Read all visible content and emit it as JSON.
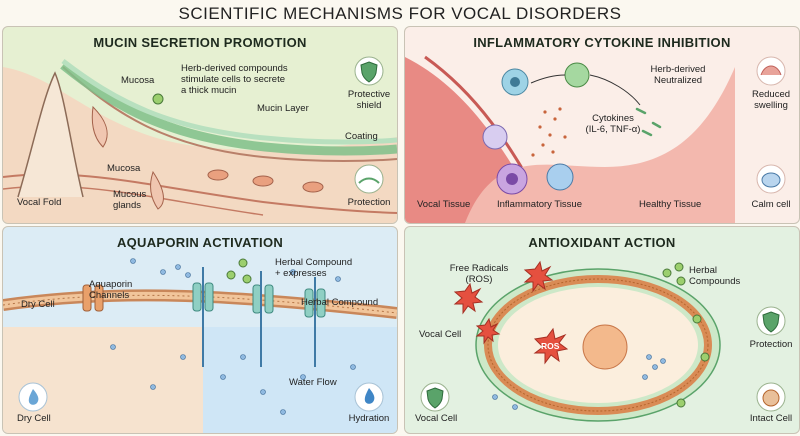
{
  "title": "SCIENTIFIC MECHANISMS FOR VOCAL DISORDERS",
  "panels": {
    "mucin": {
      "title": "MUCIN SECRETION PROMOTION",
      "labels": {
        "mucosa_top": "Mucosa",
        "herb_text": "Herb-derived compounds\nstimulate cells to secrete\na thick mucin",
        "mucin_layer": "Mucin Layer",
        "coating": "Coating",
        "mucosa_bottom": "Mucosa",
        "mucous_glands": "Mucous\nglands",
        "vocal_fold": "Vocal Fold",
        "protective_shield": "Protective\nshield",
        "protection": "Protection"
      }
    },
    "cytokine": {
      "title": "INFLAMMATORY CYTOKINE INHIBITION",
      "labels": {
        "herb_neutralized": "Herb-derived\nNeutralized",
        "cytokines": "Cytokines\n(IL-6, TNF-α)",
        "vocal_tissue": "Vocal Tissue",
        "inflammatory_tissue": "Inflammatory Tissue",
        "healthy_tissue": "Healthy Tissue",
        "reduced_swelling": "Reduced\nswelling",
        "calm_cell": "Calm cell"
      }
    },
    "aquaporin": {
      "title": "AQUAPORIN ACTIVATION",
      "labels": {
        "dry_cell_top": "Dry Cell",
        "aquaporin_channels": "Aquaporin\nChannels",
        "herbal_expresses": "Herbal Compound\n+ expresses",
        "herbal_compound": "Herbal Compound",
        "water_flow": "Water Flow",
        "dry_cell_bottom": "Dry Cell",
        "hydration": "Hydration"
      }
    },
    "antioxidant": {
      "title": "ANTIOXIDANT ACTION",
      "labels": {
        "free_radicals": "Free Radicals\n(ROS)",
        "herbal_compounds": "Herbal\nCompounds",
        "vocal_cell": "Vocal Cell",
        "ros": "ROS",
        "protection": "Protection",
        "vocal_cell_bottom": "Vocal Cell",
        "intact_cell": "Intact Cell"
      }
    }
  }
}
